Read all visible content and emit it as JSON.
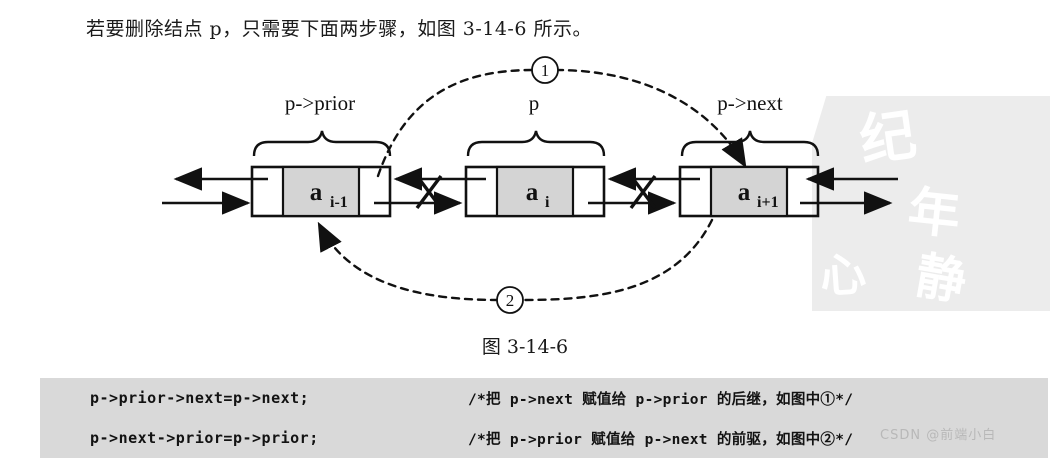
{
  "intro": {
    "text": "若要删除结点 p，只需要下面两步骤，如图 3-14-6 所示。"
  },
  "diagram": {
    "pointer_labels": {
      "left": "p->prior",
      "middle": "p",
      "right": "p->next"
    },
    "nodes": [
      {
        "data": "a",
        "subscript": "i-1"
      },
      {
        "data": "a",
        "subscript": "i"
      },
      {
        "data": "a",
        "subscript": "i+1"
      }
    ],
    "step_markers": {
      "first": "1",
      "second": "2"
    },
    "caption": "图 3-14-6"
  },
  "code": {
    "rows": [
      {
        "statement": "p->prior->next=p->next;",
        "comment": "/*把 p->next 赋值给 p->prior 的后继，如图中①*/"
      },
      {
        "statement": "p->next->prior=p->prior;",
        "comment": "/*把 p->prior 赋值给 p->next 的前驱，如图中②*/"
      }
    ]
  },
  "watermark": {
    "glyphs": [
      "纪",
      "年",
      "心",
      "静"
    ],
    "code_text": "CSDN @前端小白"
  },
  "colors": {
    "page_background": "#ffffff",
    "ink": "#111111",
    "node_fill": "#d4d4d4",
    "code_background": "#d9d9d9",
    "watermark": "#ececec"
  }
}
